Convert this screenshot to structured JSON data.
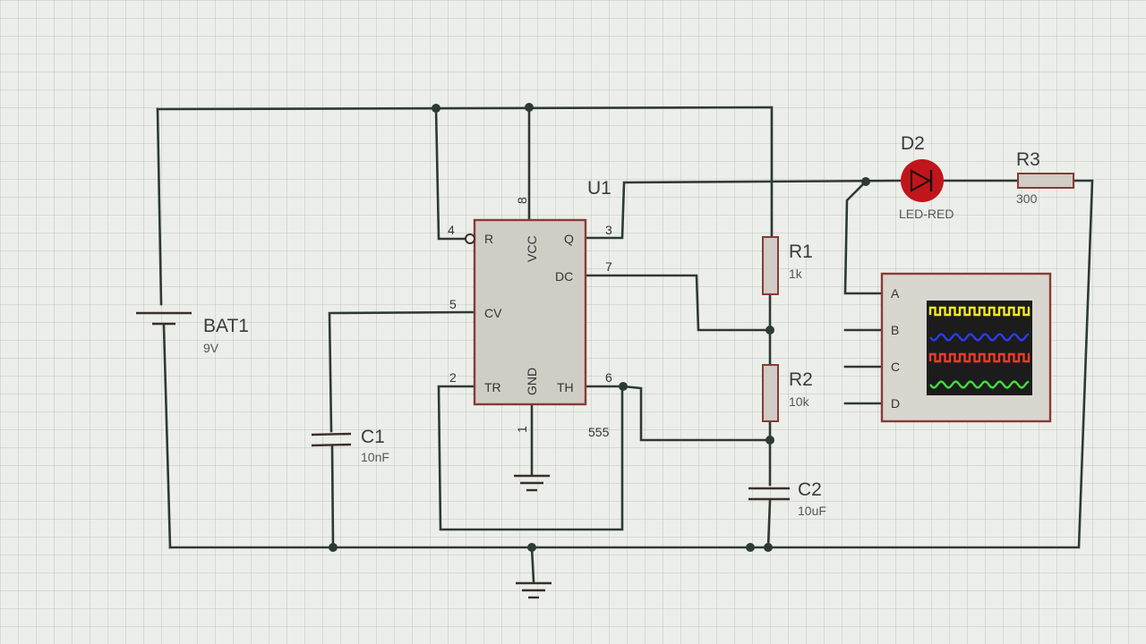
{
  "chip": {
    "ref": "U1",
    "part": "555",
    "pins": {
      "r": "R",
      "vcc": "VCC",
      "q": "Q",
      "dc": "DC",
      "cv": "CV",
      "tr": "TR",
      "gnd": "GND",
      "th": "TH"
    },
    "pin_numbers": {
      "p4": "4",
      "p8": "8",
      "p3": "3",
      "p7": "7",
      "p5": "5",
      "p2": "2",
      "p1": "1",
      "p6": "6"
    }
  },
  "battery": {
    "ref": "BAT1",
    "value": "9V"
  },
  "c1": {
    "ref": "C1",
    "value": "10nF"
  },
  "r1": {
    "ref": "R1",
    "value": "1k"
  },
  "r2": {
    "ref": "R2",
    "value": "10k"
  },
  "c2": {
    "ref": "C2",
    "value": "10uF"
  },
  "d2": {
    "ref": "D2",
    "value": "LED-RED"
  },
  "r3": {
    "ref": "R3",
    "value": "300"
  },
  "scope": {
    "channels": [
      "A",
      "B",
      "C",
      "D"
    ],
    "trace_colors": [
      "#f2e62a",
      "#2a3cf0",
      "#f03a2a",
      "#3ee03a"
    ],
    "screen_color": "#1c1c1c"
  },
  "colors": {
    "wire": "#2d3a33",
    "chip_fill": "#cfcdc6",
    "chip_border": "#8a3a35",
    "led": "#c0161b"
  }
}
